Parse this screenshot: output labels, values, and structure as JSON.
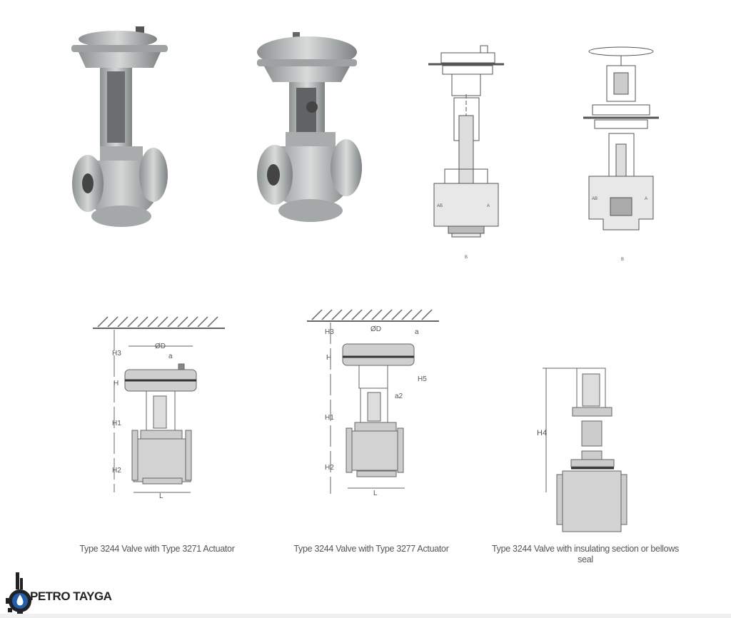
{
  "captions": [
    "Type 3244 Valve with Type 3271 Actuator",
    "Type 3244 Valve with Type 3277 Actuator",
    "Type 3244 Valve with insulating section or bellows seal"
  ],
  "dimension_labels": {
    "h3": "H3",
    "od": "ØD",
    "a": "a",
    "h": "H",
    "h1": "H1",
    "h2": "H2",
    "l": "L",
    "h5": "H5",
    "a2": "a2",
    "h4": "H4"
  },
  "section_labels": {
    "ab": "AB",
    "a": "A",
    "b": "B"
  },
  "brand": {
    "name": "PETRO TAYGA",
    "accent": "#1f5fae"
  }
}
